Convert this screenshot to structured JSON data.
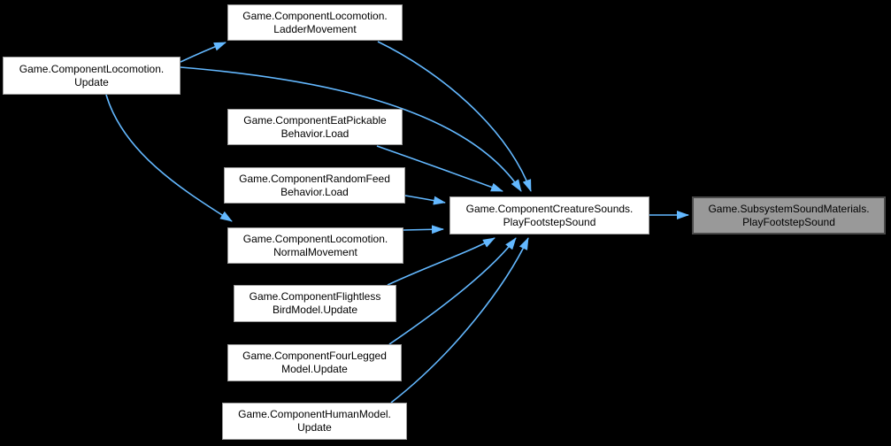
{
  "diagram": {
    "kind": "call-graph",
    "background_color": "#000000",
    "edge_color": "#63b8ff",
    "node_style": {
      "fill": "#ffffff",
      "border": "#9c9c9c",
      "text_color": "#000000"
    },
    "highlight_node_style": {
      "fill": "#999999",
      "border": "#4a4a4a",
      "text_color": "#000000"
    },
    "nodes": [
      {
        "id": "ladder-movement",
        "line1": "Game.ComponentLocomotion.",
        "line2": "LadderMovement",
        "highlighted": false
      },
      {
        "id": "locomotion-update",
        "line1": "Game.ComponentLocomotion.",
        "line2": "Update",
        "highlighted": false
      },
      {
        "id": "eat-pickable-load",
        "line1": "Game.ComponentEatPickable",
        "line2": "Behavior.Load",
        "highlighted": false
      },
      {
        "id": "random-feed-load",
        "line1": "Game.ComponentRandomFeed",
        "line2": "Behavior.Load",
        "highlighted": false
      },
      {
        "id": "normal-movement",
        "line1": "Game.ComponentLocomotion.",
        "line2": "NormalMovement",
        "highlighted": false
      },
      {
        "id": "flightless-bird-update",
        "line1": "Game.ComponentFlightless",
        "line2": "BirdModel.Update",
        "highlighted": false
      },
      {
        "id": "four-legged-update",
        "line1": "Game.ComponentFourLegged",
        "line2": "Model.Update",
        "highlighted": false
      },
      {
        "id": "human-model-update",
        "line1": "Game.ComponentHumanModel.",
        "line2": "Update",
        "highlighted": false
      },
      {
        "id": "creature-sounds-play-footstep",
        "line1": "Game.ComponentCreatureSounds.",
        "line2": "PlayFootstepSound",
        "highlighted": false
      },
      {
        "id": "subsystem-sound-materials-play-footstep",
        "line1": "Game.SubsystemSoundMaterials.",
        "line2": "PlayFootstepSound",
        "highlighted": true
      }
    ],
    "edges": [
      {
        "from": "Game.ComponentLocomotion.Update",
        "to": "Game.ComponentLocomotion.LadderMovement"
      },
      {
        "from": "Game.ComponentLocomotion.Update",
        "to": "Game.ComponentCreatureSounds.PlayFootstepSound"
      },
      {
        "from": "Game.ComponentLocomotion.Update",
        "to": "Game.ComponentLocomotion.NormalMovement"
      },
      {
        "from": "Game.ComponentLocomotion.LadderMovement",
        "to": "Game.ComponentCreatureSounds.PlayFootstepSound"
      },
      {
        "from": "Game.ComponentEatPickableBehavior.Load",
        "to": "Game.ComponentCreatureSounds.PlayFootstepSound"
      },
      {
        "from": "Game.ComponentRandomFeedBehavior.Load",
        "to": "Game.ComponentCreatureSounds.PlayFootstepSound"
      },
      {
        "from": "Game.ComponentLocomotion.NormalMovement",
        "to": "Game.ComponentCreatureSounds.PlayFootstepSound"
      },
      {
        "from": "Game.ComponentFlightlessBirdModel.Update",
        "to": "Game.ComponentCreatureSounds.PlayFootstepSound"
      },
      {
        "from": "Game.ComponentFourLeggedModel.Update",
        "to": "Game.ComponentCreatureSounds.PlayFootstepSound"
      },
      {
        "from": "Game.ComponentHumanModel.Update",
        "to": "Game.ComponentCreatureSounds.PlayFootstepSound"
      },
      {
        "from": "Game.ComponentCreatureSounds.PlayFootstepSound",
        "to": "Game.SubsystemSoundMaterials.PlayFootstepSound"
      }
    ]
  }
}
